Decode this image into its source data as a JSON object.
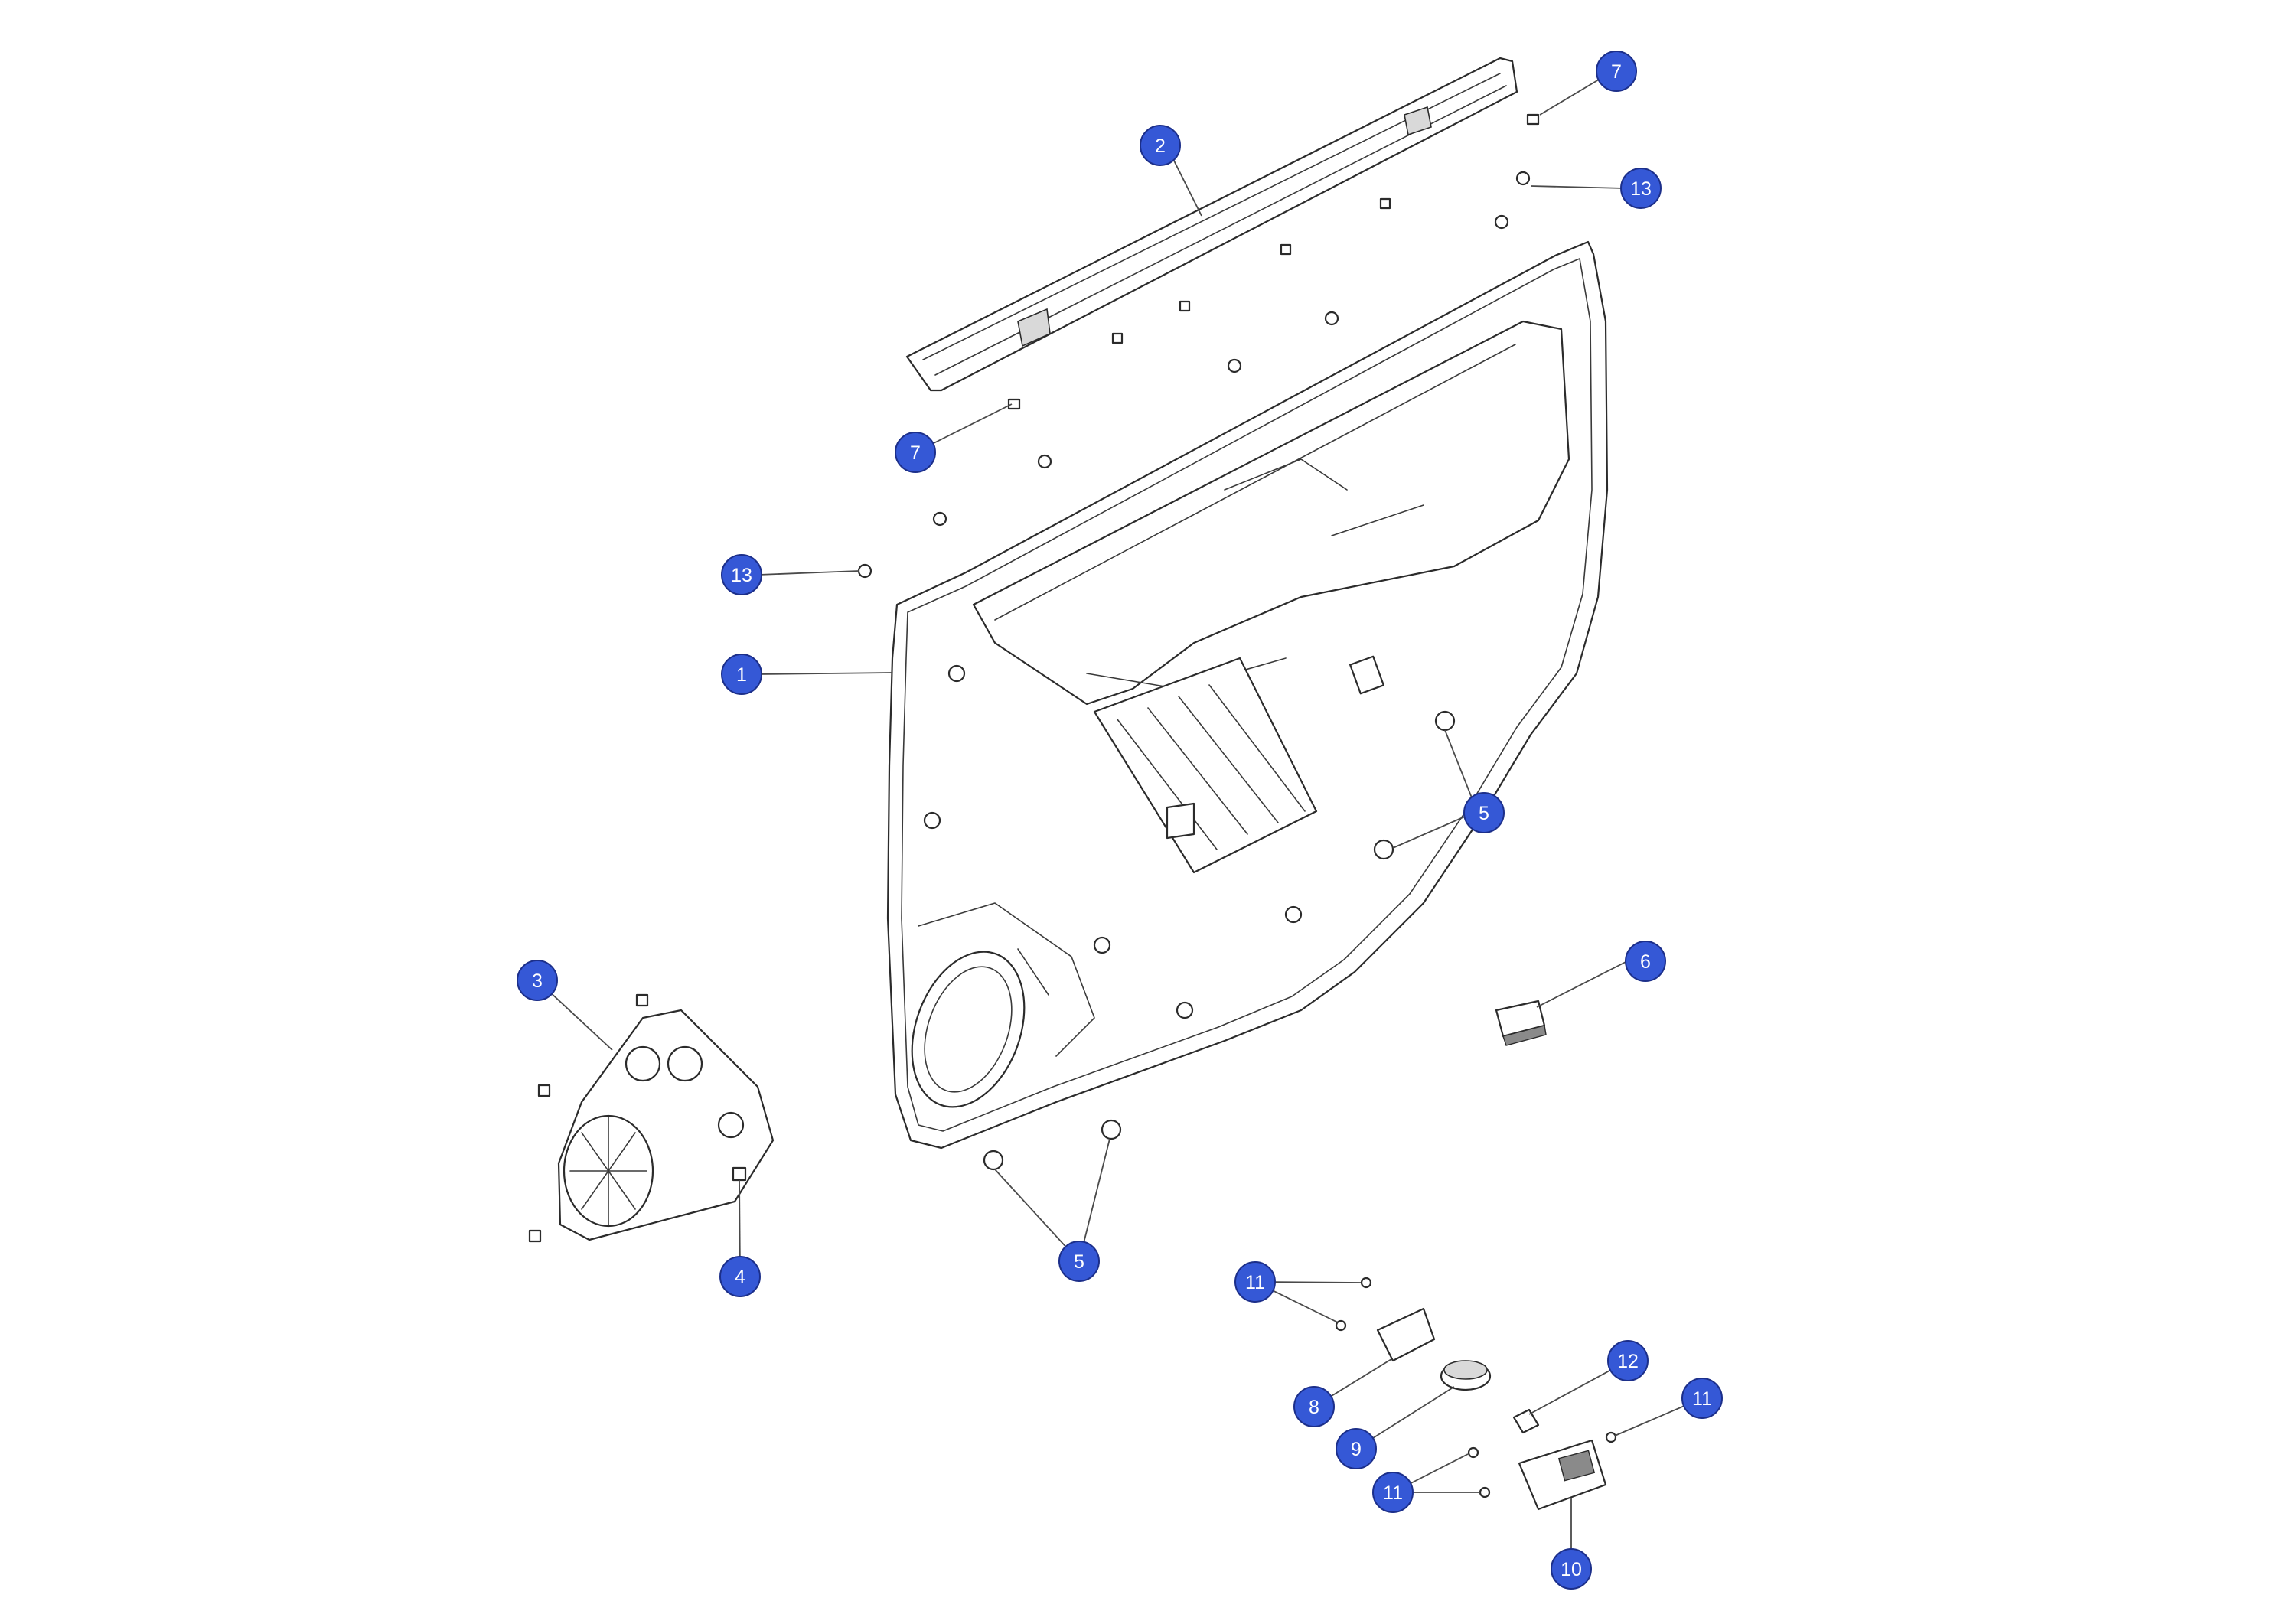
{
  "diagram": {
    "callout_color": "#3558d6",
    "callouts": [
      {
        "id": "c-7-top",
        "label": "7"
      },
      {
        "id": "c-2",
        "label": "2"
      },
      {
        "id": "c-13-top",
        "label": "13"
      },
      {
        "id": "c-7-mid",
        "label": "7"
      },
      {
        "id": "c-13-left",
        "label": "13"
      },
      {
        "id": "c-1",
        "label": "1"
      },
      {
        "id": "c-5-right",
        "label": "5"
      },
      {
        "id": "c-6",
        "label": "6"
      },
      {
        "id": "c-3",
        "label": "3"
      },
      {
        "id": "c-4",
        "label": "4"
      },
      {
        "id": "c-5-bottom",
        "label": "5"
      },
      {
        "id": "c-11-top",
        "label": "11"
      },
      {
        "id": "c-8",
        "label": "8"
      },
      {
        "id": "c-9",
        "label": "9"
      },
      {
        "id": "c-12",
        "label": "12"
      },
      {
        "id": "c-11-right",
        "label": "11"
      },
      {
        "id": "c-11-bottom",
        "label": "11"
      },
      {
        "id": "c-10",
        "label": "10"
      }
    ]
  }
}
